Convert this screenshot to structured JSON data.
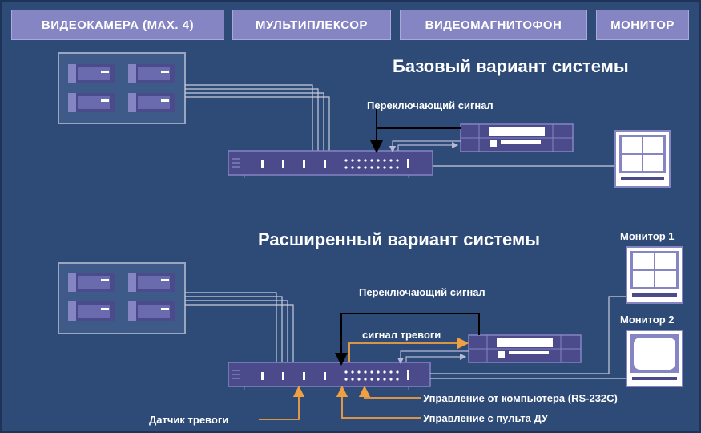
{
  "legend": {
    "camera": "ВИДЕОКАМЕРА (MAX. 4)",
    "multiplexer": "МУЛЬТИПЛЕКСОР",
    "vcr": "ВИДЕОМАГНИТОФОН",
    "monitor": "МОНИТОР"
  },
  "basic": {
    "title": "Базовый вариант системы",
    "switch_signal": "Переключающий сигнал"
  },
  "extended": {
    "title": "Расширенный вариант системы",
    "switch_signal": "Переключающий сигнал",
    "alarm_signal": "сигнал тревоги",
    "monitor1": "Монитор 1",
    "monitor2": "Монитор 2",
    "pc_control": "Управление от компьютера (RS-232C)",
    "remote_control": "Управление с пульта ДУ",
    "alarm_sensor": "Датчик тревоги"
  },
  "colors": {
    "background": "#2e4b78",
    "device": "#4b4b8c",
    "device_light": "#8585c3",
    "arrow_orange": "#f0a040"
  }
}
